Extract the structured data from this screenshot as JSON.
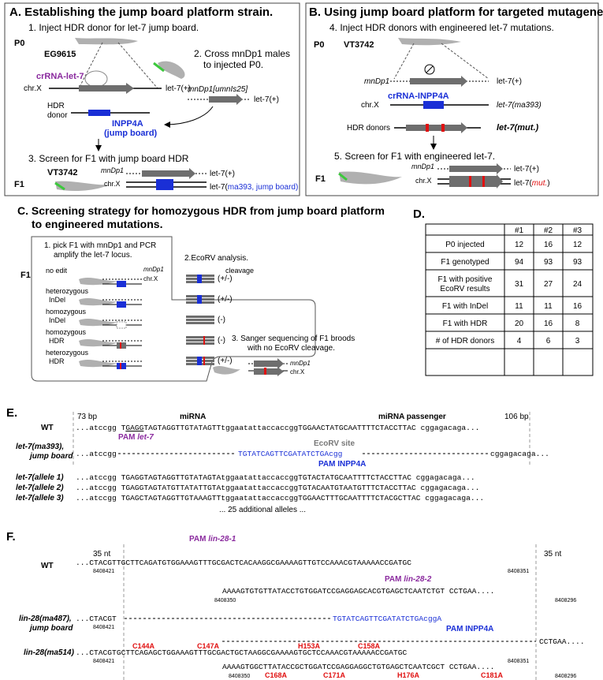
{
  "colors": {
    "blue": "#1a2fd6",
    "red": "#e01010",
    "purple": "#8a2a9e",
    "green": "#3cc83c",
    "worm_grey": "#b0b0b0",
    "gene_grey": "#6e6e6e",
    "panel_border": "#444444"
  },
  "panelA": {
    "title": "A. Establishing the jump board platform strain.",
    "step1": "1. Inject HDR donor for let-7 jump board.",
    "p0": "P0",
    "strain": "EG9615",
    "crrna": "crRNA-let-7",
    "chrx": "chr.X",
    "let7plus": "let-7(+)",
    "hdr_donor_1": "HDR",
    "hdr_donor_2": "donor",
    "inpp4a": "INPP4A",
    "jump_board": "(jump board)",
    "step2_a": "2. Cross mnDp1 males",
    "step2_b": "to injected P0.",
    "mndp1_umnis25": "mnDp1[umnIs25]",
    "let7plus_2": "let-7(+)",
    "step3": "3. Screen for F1 with jump board HDR",
    "f1": "F1",
    "f1_strain": "VT3742",
    "mndp1": "mnDp1",
    "let7plus_3": "let-7(+)",
    "chrx_2": "chr.X",
    "let7_ma393_a": "let-7(",
    "let7_ma393_b": "ma393,  jump board)"
  },
  "panelB": {
    "title": "B. Using jump board platform for targeted mutagenesis.",
    "step4": "4. Inject HDR donors with engineered let-7 mutations.",
    "p0": "P0",
    "strain": "VT3742",
    "mndp1": "mnDp1",
    "let7plus": "let-7(+)",
    "crrna": "crRNA-INPP4A",
    "chrx": "chr.X",
    "let7_ma393": "let-7(ma393)",
    "hdr_donors": "HDR donors",
    "let7_mut": "let-7(mut.)",
    "step5": "5. Screen for F1 with engineered let-7.",
    "f1": "F1",
    "mndp1_2": "mnDp1",
    "chrx_2": "chr.X",
    "let7plus_2": "let-7(+)",
    "let7mut_2": "let-7(mut.)"
  },
  "panelC": {
    "title_1": "C. Screening strategy for homozygous HDR from jump board platform",
    "title_2": "to engineered mutations.",
    "step1_a": "1. pick F1 with mnDp1 and PCR",
    "step1_b": "amplify the let-7 locus.",
    "step2": "2.EcoRV analysis.",
    "cleavage": "cleavage",
    "f1": "F1",
    "mndp1": "mnDp1",
    "chrx": "chr.X",
    "rows": [
      {
        "label_1": "no edit",
        "label_2": "",
        "result": "(+/-)"
      },
      {
        "label_1": "heterozygous",
        "label_2": "InDel",
        "result": "(+/-)"
      },
      {
        "label_1": "homozygous",
        "label_2": "InDel",
        "result": "(-)"
      },
      {
        "label_1": "homozygous",
        "label_2": "HDR",
        "result": "(-)"
      },
      {
        "label_1": "heterozygous",
        "label_2": "HDR",
        "result": "(+/-)"
      }
    ],
    "step3_a": "3. Sanger sequencing of F1 broods",
    "step3_b": "with no EcoRV cleavage.",
    "mndp1_2": "mnDp1",
    "chrx_2": "chr.X"
  },
  "panelD": {
    "title": "D.",
    "headers": [
      "",
      "#1",
      "#2",
      "#3"
    ],
    "rows": [
      {
        "label": [
          "P0 injected"
        ],
        "values": [
          "12",
          "16",
          "12"
        ]
      },
      {
        "label": [
          "F1 genotyped"
        ],
        "values": [
          "94",
          "93",
          "93"
        ]
      },
      {
        "label": [
          "F1 with positive",
          "EcoRV results"
        ],
        "values": [
          "31",
          "27",
          "24"
        ]
      },
      {
        "label": [
          "F1 with InDel"
        ],
        "values": [
          "11",
          "11",
          "16"
        ]
      },
      {
        "label": [
          "F1 with HDR"
        ],
        "values": [
          "20",
          "16",
          "8"
        ]
      },
      {
        "label": [
          "# of HDR donors"
        ],
        "values": [
          "4",
          "6",
          "3"
        ]
      }
    ]
  },
  "panelE": {
    "title": "E.",
    "bp73": "73 bp",
    "mirna": "miRNA",
    "mirna_passenger": "miRNA passenger",
    "bp106": "106 bp",
    "wt": "WT",
    "wt_seq_a": "...atccgg T",
    "wt_seq_pam": "GAGG",
    "wt_seq_b": "TAGTAGGTTGTATAGTTtggaatattaccaccggTGGAACTATGCAATTTTCTACCTTAC cggagacaga...",
    "pam_let7_a": "PAM ",
    "pam_let7_b": "let-7",
    "ecorv": "EcoRV site",
    "jb_label_1": "let-7(ma393),",
    "jb_label_2": "jump board",
    "jb_seq_left": "...atccgg",
    "jb_seq_mid": "TGTATCAGTTCGATATCTGAcgg",
    "jb_seq_right": "cggagacaga...",
    "pam_inpp4a": "PAM INPP4A",
    "alleles": [
      {
        "label": "let-7(allele 1)",
        "seq": "...atccgg TGAGGTAGTAGGTTGTATAGTAtggaatattaccaccggTGTACTATGCAATTTTCTACCTTAC cggagacaga..."
      },
      {
        "label": "let-7(allele 2)",
        "seq": "...atccgg TGAGGTAGTATGTTATATTGTAtggaatattaccaccggTGTACAATGTAATGTTTCTACCTTAC cggagacaga..."
      },
      {
        "label": "let-7(allele 3)",
        "seq": "...atccgg TGAGCTAGTAGGTTGTAAAGTTtggaatattaccaccggTGGAACTTTGCAATTTTCTACGCTTAC cggagacaga..."
      }
    ],
    "additional": "... 25 additional alleles ..."
  },
  "panelF": {
    "title": "F.",
    "nt35_left": "35 nt",
    "nt35_right": "35 nt",
    "pam1_a": "PAM ",
    "pam1_b": "lin-28-1",
    "pam2_a": "PAM ",
    "pam2_b": "lin-28-2",
    "wt": "WT",
    "wt_top": "...CTACGTTGCTTCAGATGTGGAAAGTTTGCGACTCACAAGGCGAAAAGTTGTCCAAACGTAAAAACCGATGC",
    "wt_bottom": "AAAAGTGTGTTATACCTGTGGATCCGAGGAGCACGTGAGCTCAATCTGT CCTGAA....",
    "coord_8408421": "8408421",
    "coord_8408351": "8408351",
    "coord_8408350": "8408350",
    "coord_8408296": "8408296",
    "jb_label_1": "lin-28(ma487),",
    "jb_label_2": "jump board",
    "jb_left": "...CTACGT",
    "jb_mid": "TGTATCAGTTCGATATCTGAcggA",
    "jb_right": "CCTGAA....",
    "pam_inpp4a": "PAM INPP4A",
    "ma514_label": "lin-28(ma514)",
    "ma514_top": "...CTACGTGCTTCAGAGCTGGAAAGTTTGCGACTGCTAAGGCGAAAAGTGCTCCAAACGTAAAAACCGATGC",
    "ma514_bottom": "AAAAGTGGCTTATACCGCTGGATCCGAGGAGGCTGTGAGCTCAATCGCT CCTGAA....",
    "muts_top": [
      "C144A",
      "C147A",
      "H153A",
      "C158A"
    ],
    "muts_bottom": [
      "C168A",
      "C171A",
      "H176A",
      "C181A"
    ]
  }
}
